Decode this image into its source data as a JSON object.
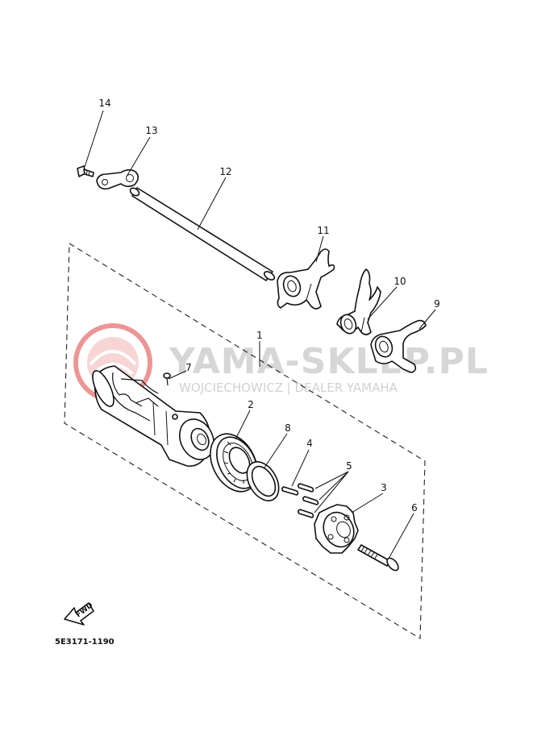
{
  "diagram": {
    "callouts": [
      "1",
      "2",
      "3",
      "4",
      "5",
      "6",
      "7",
      "8",
      "9",
      "10",
      "11",
      "12",
      "13",
      "14"
    ],
    "direction_label": "FWD",
    "drawing_code": "5E3171-1190"
  },
  "watermark": {
    "title": "YAMA-SKLEP.PL",
    "subtitle": "WOJCIECHOWICZ | DEALER YAMAHA",
    "color": "#e04040"
  }
}
